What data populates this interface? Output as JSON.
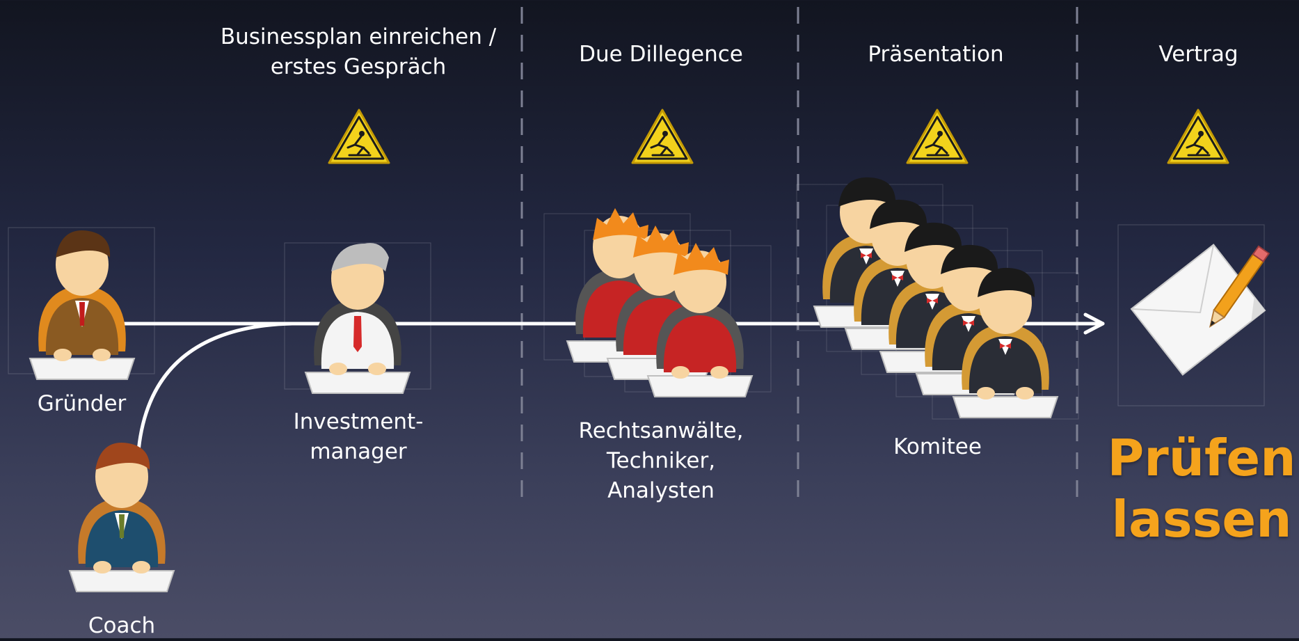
{
  "stages": {
    "s1": "Businessplan einreichen /\nerstes Gespräch",
    "s2": "Due Dillegence",
    "s3": "Präsentation",
    "s4": "Vertrag"
  },
  "roles": {
    "founder": "Gründer",
    "coach": "Coach",
    "investment_manager": "Investment-\nmanager",
    "lawyers": "Rechtsanwälte,\nTechniker,\nAnalysten",
    "committee": "Komitee"
  },
  "cta": "Prüfen\nlassen",
  "icons": {
    "warning": "slip-hazard-warning-icon",
    "founder": "founder-avatar-icon",
    "coach": "coach-avatar-icon",
    "investment_manager": "investment-manager-avatar-icon",
    "lawyers": "lawyer-avatar-icon",
    "committee": "committee-avatar-icon",
    "contract": "contract-document-icon"
  },
  "colors": {
    "accent": "#f5a31c",
    "warning": "#f2d21c",
    "text": "#ffffff",
    "divider": "#7d8093"
  }
}
